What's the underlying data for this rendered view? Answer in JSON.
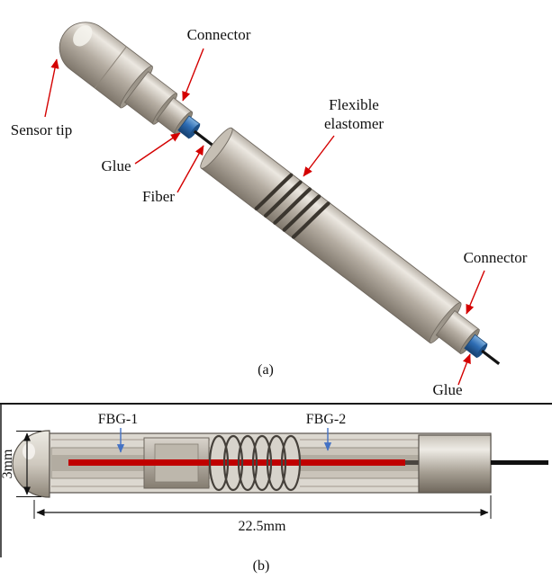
{
  "figure": {
    "panel_a": {
      "caption": "(a)",
      "labels": {
        "connector_top": "Connector",
        "sensor_tip": "Sensor tip",
        "glue_top": "Glue",
        "fiber": "Fiber",
        "elastomer_line1": "Flexible",
        "elastomer_line2": "elastomer",
        "connector_right": "Connector",
        "glue_bottom": "Glue"
      }
    },
    "panel_b": {
      "caption": "(b)",
      "labels": {
        "fbg1": "FBG-1",
        "fbg2": "FBG-2",
        "diameter": "3mm",
        "length": "22.5mm"
      }
    },
    "colors": {
      "annotation_red": "#d40000",
      "annotation_blue": "#4472c4",
      "glue_blue": "#2e6db4",
      "fiber_red": "#c00000",
      "metal_base": "#b5ada2"
    }
  }
}
